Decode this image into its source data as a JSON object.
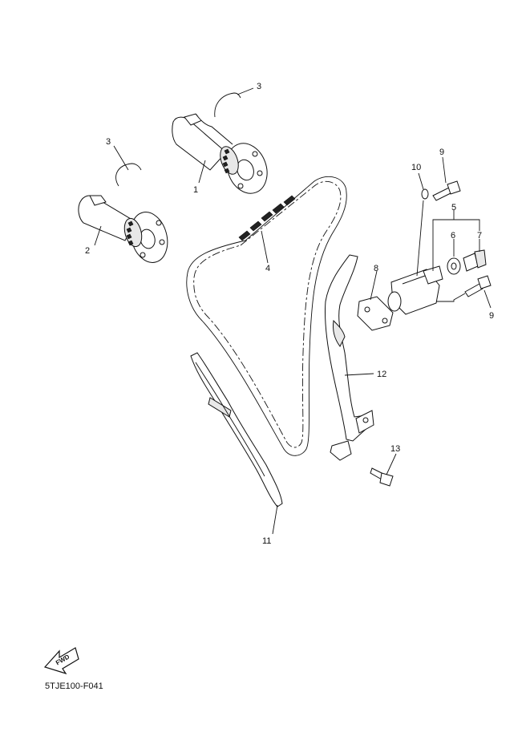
{
  "diagram": {
    "labels": {
      "p1": "1",
      "p2": "2",
      "p3a": "3",
      "p3b": "3",
      "p4": "4",
      "p5": "5",
      "p6": "6",
      "p7": "7",
      "p8": "8",
      "p9a": "9",
      "p9b": "9",
      "p10": "10",
      "p11": "11",
      "p12": "12",
      "p13": "13"
    },
    "fwd_text": "FWD",
    "drawing_code": "5TJE100-F041"
  }
}
